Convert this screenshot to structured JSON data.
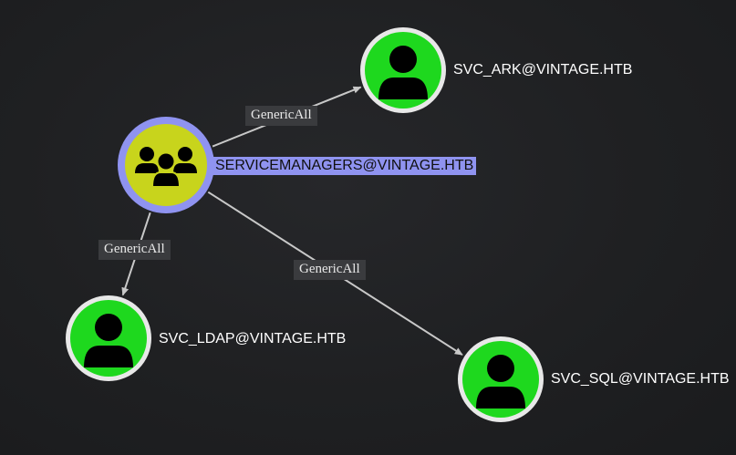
{
  "graph": {
    "nodes": [
      {
        "id": "servicemanagers",
        "label": "SERVICEMANAGERS@VINTAGE.HTB",
        "kind": "group",
        "selected": true,
        "fill": "#c8d41c",
        "ring": "#8f93f0"
      },
      {
        "id": "svc_ark",
        "label": "SVC_ARK@VINTAGE.HTB",
        "kind": "user",
        "selected": false,
        "fill": "#1ed81e",
        "ring": "#e8e8e8"
      },
      {
        "id": "svc_ldap",
        "label": "SVC_LDAP@VINTAGE.HTB",
        "kind": "user",
        "selected": false,
        "fill": "#1ed81e",
        "ring": "#e8e8e8"
      },
      {
        "id": "svc_sql",
        "label": "SVC_SQL@VINTAGE.HTB",
        "kind": "user",
        "selected": false,
        "fill": "#1ed81e",
        "ring": "#e8e8e8"
      }
    ],
    "edges": [
      {
        "from": "servicemanagers",
        "to": "svc_ark",
        "label": "GenericAll"
      },
      {
        "from": "servicemanagers",
        "to": "svc_ldap",
        "label": "GenericAll"
      },
      {
        "from": "servicemanagers",
        "to": "svc_sql",
        "label": "GenericAll"
      }
    ],
    "colors": {
      "background": "#1f2022",
      "edge": "#c8c8c8",
      "edge_label_bg": "#3a3b3e",
      "selected_label_bg": "#8f93f0"
    },
    "icons": {
      "group": "users-group-icon",
      "user": "user-icon"
    }
  }
}
